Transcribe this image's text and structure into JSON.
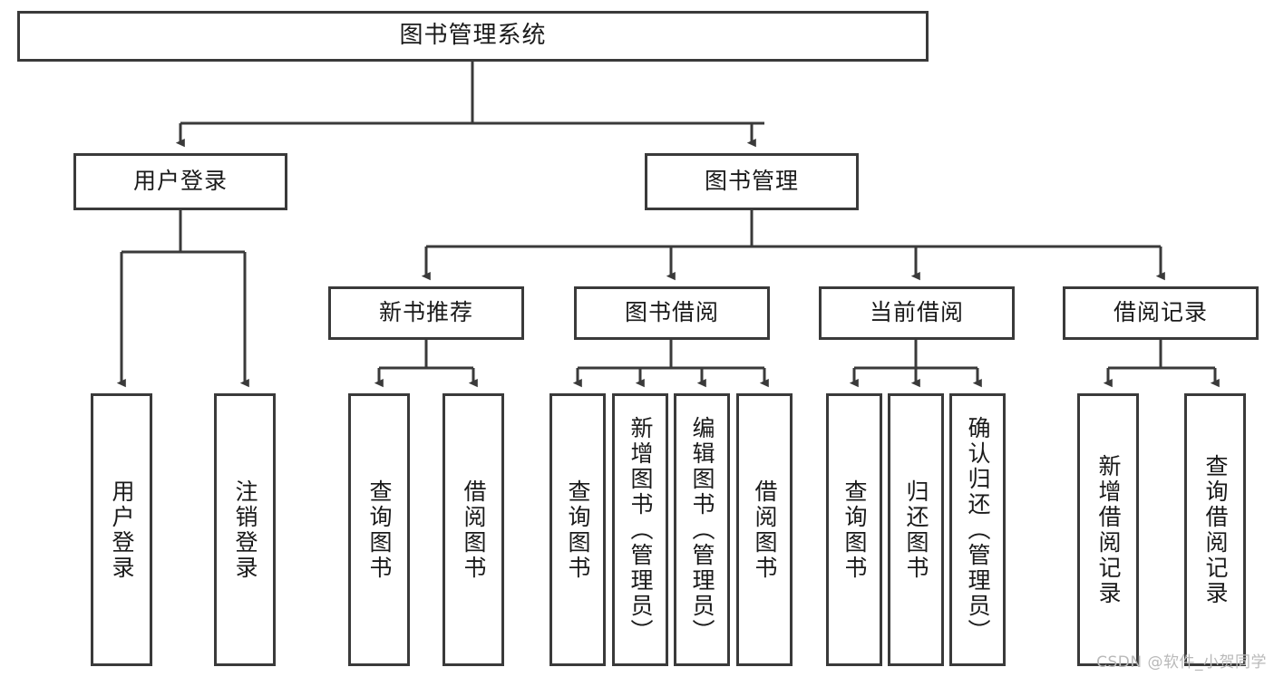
{
  "diagram": {
    "title": "图书管理系统",
    "type": "tree",
    "root": {
      "label": "图书管理系统"
    },
    "level2": [
      {
        "label": "用户登录"
      },
      {
        "label": "图书管理"
      }
    ],
    "level3": [
      {
        "label": "新书推荐"
      },
      {
        "label": "图书借阅"
      },
      {
        "label": "当前借阅"
      },
      {
        "label": "借阅记录"
      }
    ],
    "leaves": {
      "user_login": [
        {
          "label": "用户登录"
        },
        {
          "label": "注销登录"
        }
      ],
      "new_book_recommend": [
        {
          "label": "查询图书"
        },
        {
          "label": "借阅图书"
        }
      ],
      "book_borrow": [
        {
          "label": "查询图书"
        },
        {
          "label": "新增图书（管理员）"
        },
        {
          "label": "编辑图书（管理员）"
        },
        {
          "label": "借阅图书"
        }
      ],
      "current_borrow": [
        {
          "label": "查询图书"
        },
        {
          "label": "归还图书"
        },
        {
          "label": "确认归还（管理员）"
        }
      ],
      "borrow_record": [
        {
          "label": "新增借阅记录"
        },
        {
          "label": "查询借阅记录"
        }
      ]
    }
  },
  "watermark": {
    "text": "CSDN @软件_小贺同学"
  },
  "colors": {
    "border": "#3a3a3a",
    "background": "#ffffff",
    "text": "#1a1a1a",
    "watermark": "#b9b9b9"
  }
}
